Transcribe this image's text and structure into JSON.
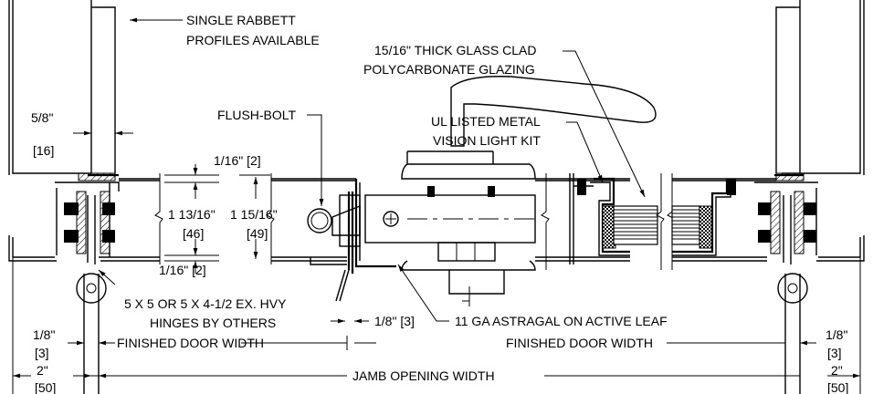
{
  "callouts": {
    "single_rabbett": "SINGLE RABBETT",
    "profiles_available": "PROFILES AVAILABLE",
    "glass_clad_1": "15/16\" THICK GLASS CLAD",
    "glass_clad_2": "POLYCARBONATE GLAZING",
    "ul_listed_1": "UL LISTED METAL",
    "ul_listed_2": "VISION LIGHT KIT",
    "flush_bolt": "FLUSH-BOLT",
    "hinges_1": "5 X 5 OR 5 X 4-1/2 EX. HVY",
    "hinges_2": "HINGES BY OTHERS",
    "astragal": "11 GA ASTRAGAL ON ACTIVE LEAF"
  },
  "dimensions": {
    "rabbet_width": "5/8\"",
    "rabbet_width_mm": "[16]",
    "top_gap": "1/16\" [2]",
    "door_thickness": "1 13/16\"",
    "door_thickness_mm": "[46]",
    "frame_depth": "1 15/16\"",
    "frame_depth_mm": "[49]",
    "bottom_gap": "1/16\" [2]",
    "astragal_gap": "1/8\" [3]",
    "left_clearance": "1/8\"",
    "left_clearance_mm": "[3]",
    "right_clearance": "1/8\"",
    "right_clearance_mm": "[3]",
    "finished_door_width_left": "FINISHED DOOR WIDTH",
    "finished_door_width_right": "FINISHED DOOR WIDTH",
    "left_jamb": "2\"",
    "left_jamb_mm": "[50]",
    "right_jamb": "2\"",
    "right_jamb_mm": "[50]",
    "jamb_opening_width": "JAMB OPENING WIDTH"
  }
}
